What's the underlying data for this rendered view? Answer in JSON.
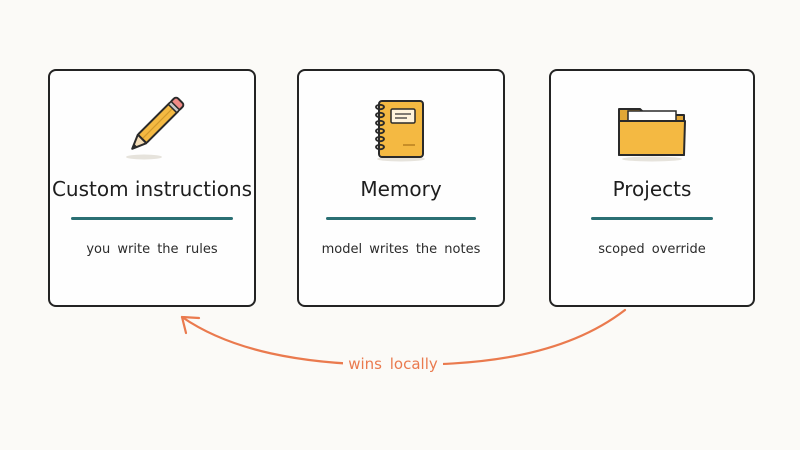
{
  "cards": [
    {
      "title": "Custom instructions",
      "subtitle": "you write the rules",
      "icon": "pencil-icon"
    },
    {
      "title": "Memory",
      "subtitle": "model writes the notes",
      "icon": "notebook-icon"
    },
    {
      "title": "Projects",
      "subtitle": "scoped override",
      "icon": "folder-icon"
    }
  ],
  "arrow": {
    "label": "wins locally",
    "from": "Projects",
    "to": "Custom instructions"
  },
  "colors": {
    "accent": "#2a6f73",
    "arrow": "#ea7a4e",
    "icon_fill": "#f4b942",
    "border": "#232323"
  }
}
